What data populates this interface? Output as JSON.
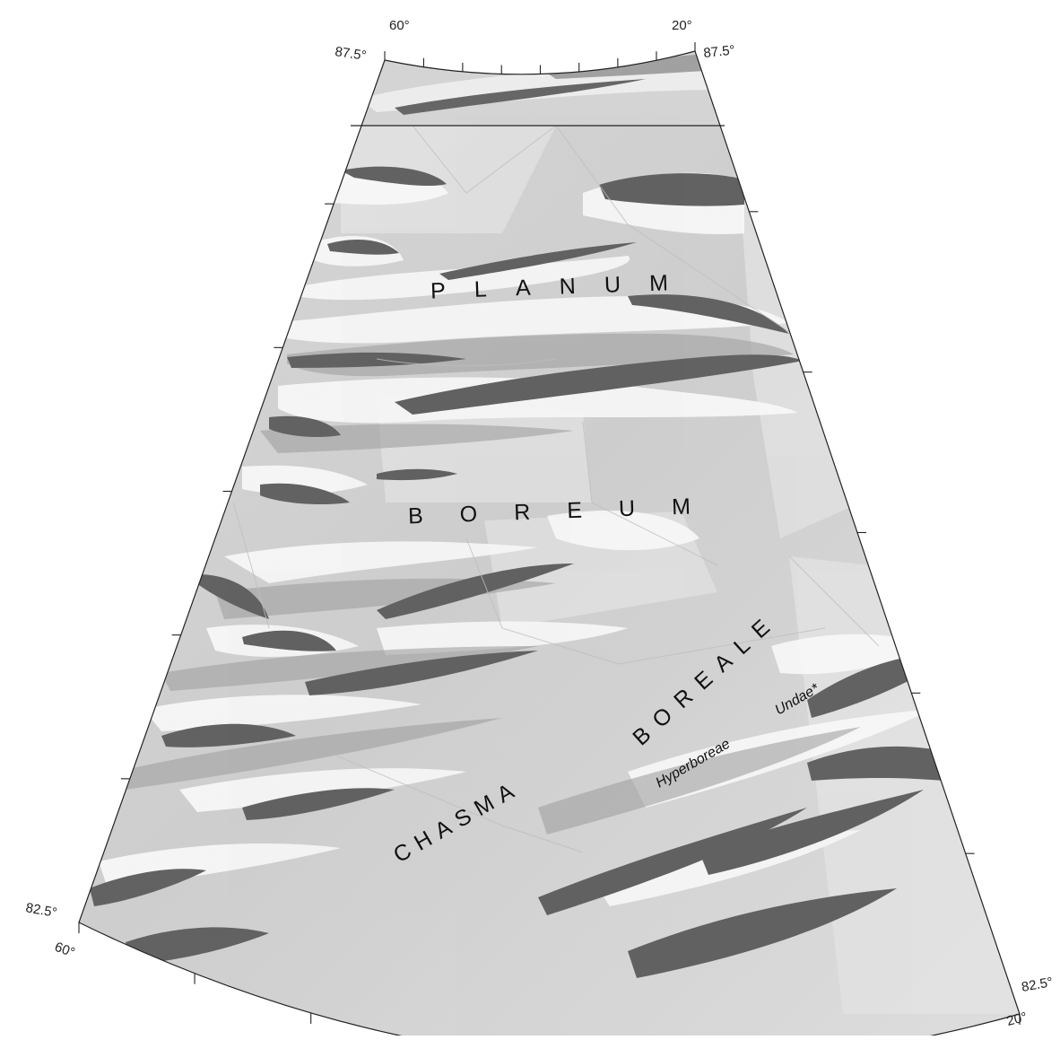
{
  "map": {
    "graticule": {
      "top_left_longitude": "60°",
      "top_right_longitude": "20°",
      "top_left_latitude": "87.5°",
      "top_right_latitude": "87.5°",
      "bottom_left_latitude": "82.5°",
      "bottom_right_latitude": "82.5°",
      "bottom_left_longitude": "60°",
      "bottom_right_longitude": "20°"
    },
    "region_labels": {
      "planum": "PLANUM",
      "boreum": "BOREUM",
      "chasma": "CHASMA",
      "boreale": "BOREALE"
    },
    "feature_labels": {
      "hyperboreae": "Hyperboreae",
      "undae": "Undae*"
    },
    "colors": {
      "terrain_light": "#e6e6e6",
      "terrain_mid": "#b4b4b4",
      "terrain_dark": "#505050",
      "frame": "#222222",
      "background": "#ffffff"
    }
  }
}
